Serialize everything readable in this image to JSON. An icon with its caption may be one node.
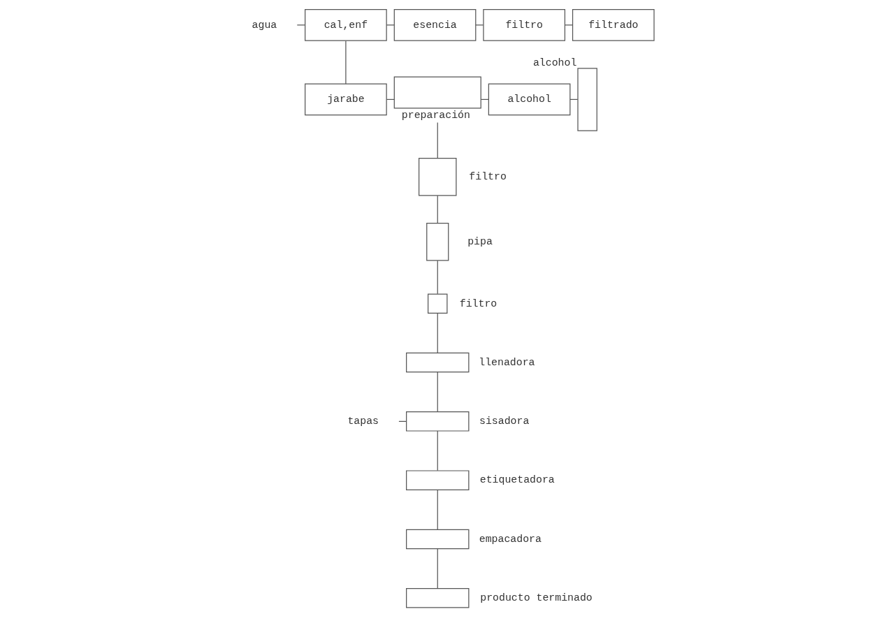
{
  "diagram": {
    "nodes": [
      {
        "text": [
          "agua"
        ]
      },
      {
        "text": [
          "cal,enf"
        ]
      },
      {
        "text": [
          "esencia"
        ]
      },
      {
        "text": [
          "filtro"
        ]
      },
      {
        "text": [
          "filtrado"
        ]
      },
      {
        "text": [
          "jarabe"
        ]
      },
      {
        "text": [],
        "shape": "box",
        "beside": [
          "preparación"
        ]
      },
      {
        "text": [
          "alcohol"
        ]
      },
      {
        "text": [],
        "shape": "box",
        "beside": [
          "alcohol"
        ]
      },
      {
        "text": [],
        "shape": "box",
        "beside": [
          "filtro"
        ]
      },
      {
        "text": [],
        "shape": "box",
        "beside": [
          "pipa"
        ]
      },
      {
        "text": [],
        "shape": "box",
        "beside": [
          "filtro"
        ]
      },
      {
        "text": [],
        "shape": "box",
        "beside": [
          "llenadora"
        ]
      },
      {
        "text": [
          "tapas"
        ]
      },
      {
        "text": [],
        "shape": "box",
        "beside": [
          "sisadora"
        ]
      },
      {
        "text": [],
        "shape": "box",
        "beside": [
          "etiquetadora"
        ]
      },
      {
        "text": [],
        "shape": "box",
        "beside": [
          "empacadora"
        ]
      },
      {
        "text": [],
        "shape": "box",
        "beside": [
          "producto terminado"
        ]
      }
    ],
    "edges": [
      {
        "from": 0,
        "to": 1,
        "arrow": "none"
      },
      {
        "from": 1,
        "to": 2,
        "arrow": "none"
      },
      {
        "from": 2,
        "to": 3,
        "arrow": "none"
      },
      {
        "from": 3,
        "to": 4,
        "arrow": "none"
      },
      {
        "from": 1,
        "to": 5,
        "arrow": "none"
      },
      {
        "from": 5,
        "to": 6,
        "arrow": "none"
      },
      {
        "from": 6,
        "to": 7,
        "arrow": "none"
      },
      {
        "from": 7,
        "to": 8,
        "arrow": "none"
      },
      {
        "from": 6,
        "to": 9,
        "arrow": "none"
      },
      {
        "from": 9,
        "to": 10,
        "arrow": "none"
      },
      {
        "from": 10,
        "to": 11,
        "arrow": "none"
      },
      {
        "from": 11,
        "to": 12,
        "arrow": "none"
      },
      {
        "from": 12,
        "to": 14,
        "arrow": "none"
      },
      {
        "from": 13,
        "to": 14,
        "arrow": "none"
      },
      {
        "from": 14,
        "to": 15,
        "arrow": "none"
      },
      {
        "from": 15,
        "to": 16,
        "arrow": "none"
      },
      {
        "from": 16,
        "to": 17,
        "arrow": "none"
      }
    ]
  }
}
